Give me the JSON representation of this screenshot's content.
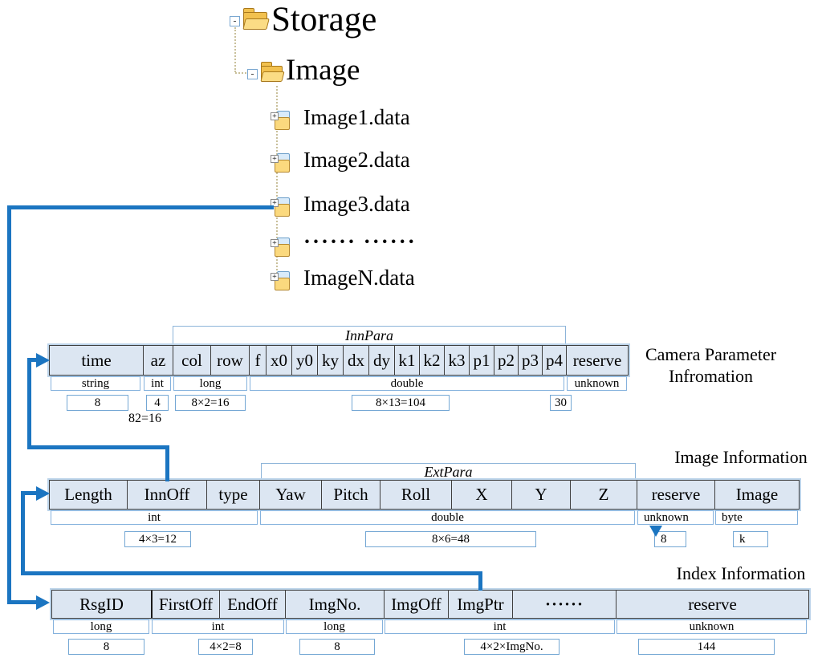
{
  "accent_blue": "#1b75c1",
  "table_fill": "#dce6f2",
  "icons": {
    "expander_minus": "-",
    "badge_plus": "+"
  },
  "tree": {
    "root_label": "Storage",
    "subfolder_label": "Image",
    "files": [
      "Image1.data",
      "Image2.data",
      "Image3.data",
      "······ ······",
      "ImageN.data"
    ]
  },
  "camera_table": {
    "bracket_label": "InnPara",
    "caption_line1": "Camera Parameter",
    "caption_line2": "Infromation",
    "headers": [
      "time",
      "az",
      "col",
      "row",
      "f",
      "x0",
      "y0",
      "ky",
      "dx",
      "dy",
      "k1",
      "k2",
      "k3",
      "p1",
      "p2",
      "p3",
      "p4",
      "reserve"
    ],
    "types": [
      "string",
      "int",
      "long",
      "double",
      "unknown"
    ],
    "sizes": [
      "8",
      "4",
      "8×2=16",
      "8×13=104",
      "30"
    ],
    "note": "82=16"
  },
  "image_table": {
    "bracket_label": "ExtPara",
    "caption": "Image Information",
    "headers": [
      "Length",
      "InnOff",
      "type",
      "Yaw",
      "Pitch",
      "Roll",
      "X",
      "Y",
      "Z",
      "reserve",
      "Image"
    ],
    "types": [
      "int",
      "double",
      "unknown",
      "byte"
    ],
    "sizes": [
      "4×3=12",
      "8×6=48",
      "8",
      "k"
    ]
  },
  "index_table": {
    "caption": "Index Information",
    "headers": [
      "RsgID",
      "FirstOff",
      "EndOff",
      "ImgNo.",
      "ImgOff",
      "ImgPtr",
      "······",
      "reserve"
    ],
    "types": [
      "long",
      "int",
      "long",
      "int",
      "unknown"
    ],
    "sizes": [
      "8",
      "4×2=8",
      "8",
      "4×2×ImgNo.",
      "144"
    ]
  }
}
